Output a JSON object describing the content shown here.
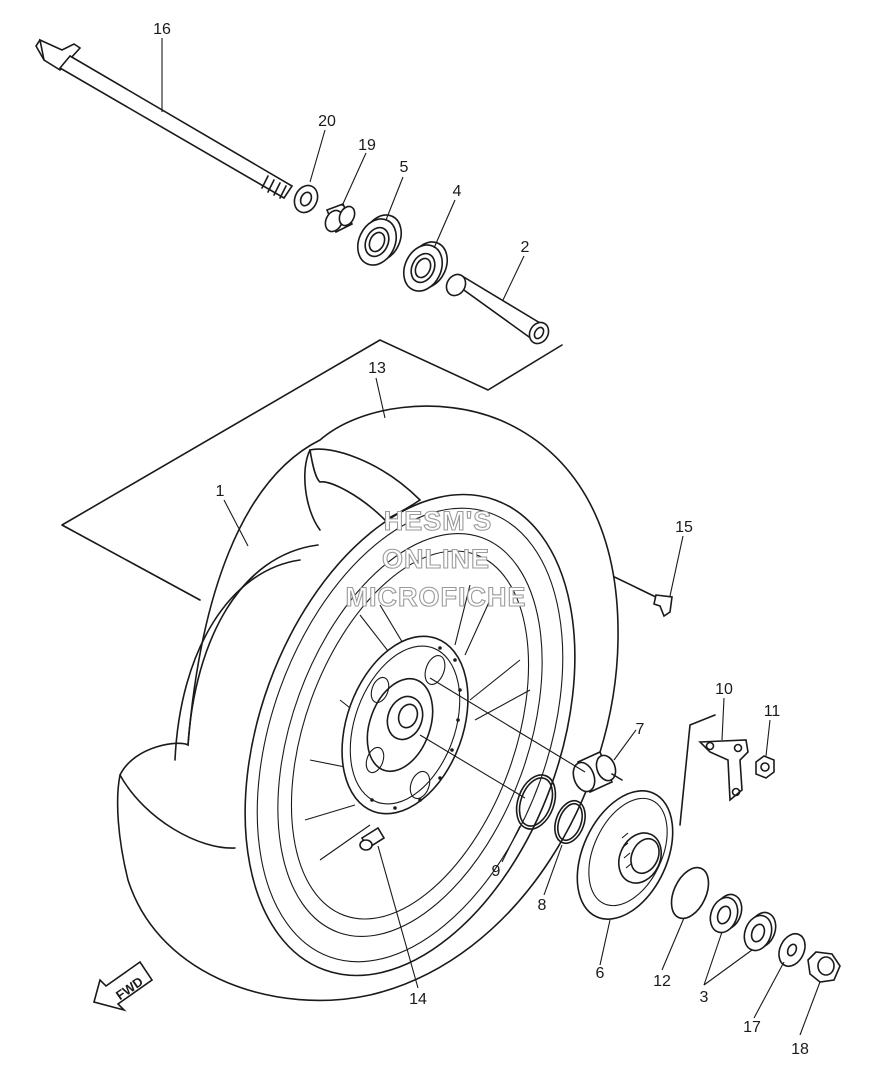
{
  "watermark": [
    "HESM'S",
    "ONLINE",
    "MICROFICHE"
  ],
  "direction_label": "FWD",
  "callouts": [
    "16",
    "20",
    "19",
    "5",
    "4",
    "2",
    "13",
    "1",
    "15",
    "10",
    "11",
    "7",
    "9",
    "8",
    "6",
    "12",
    "3",
    "17",
    "18",
    "14"
  ]
}
